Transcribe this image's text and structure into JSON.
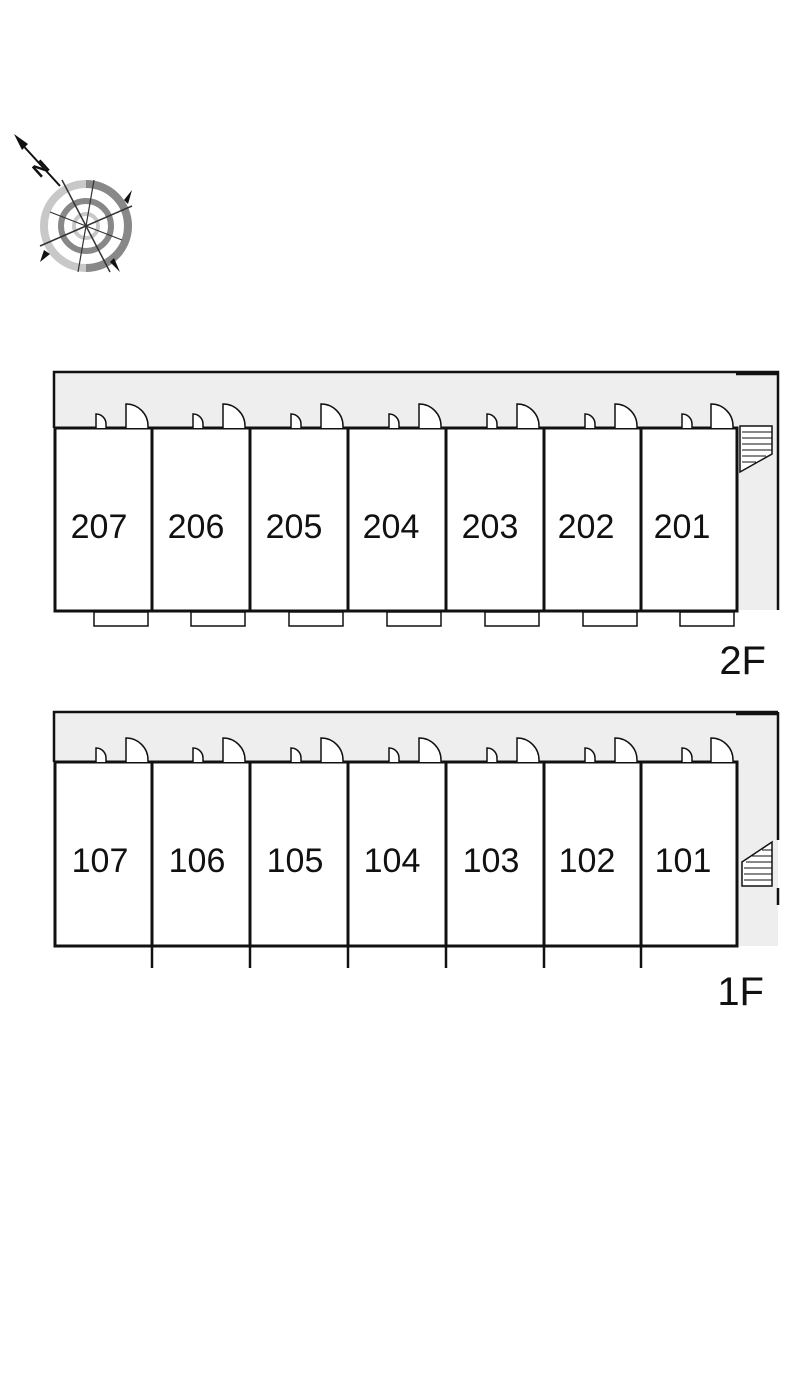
{
  "compass": {
    "north_label": "N",
    "icon": "compass-icon"
  },
  "floors": [
    {
      "label": "2F",
      "units": [
        "207",
        "206",
        "205",
        "204",
        "203",
        "202",
        "201"
      ]
    },
    {
      "label": "1F",
      "units": [
        "107",
        "106",
        "105",
        "104",
        "103",
        "102",
        "101"
      ]
    }
  ],
  "colors": {
    "corridor": "#eeeeee",
    "wall": "#111111",
    "compass_dark": "#888888",
    "compass_light": "#c8c8c8"
  }
}
